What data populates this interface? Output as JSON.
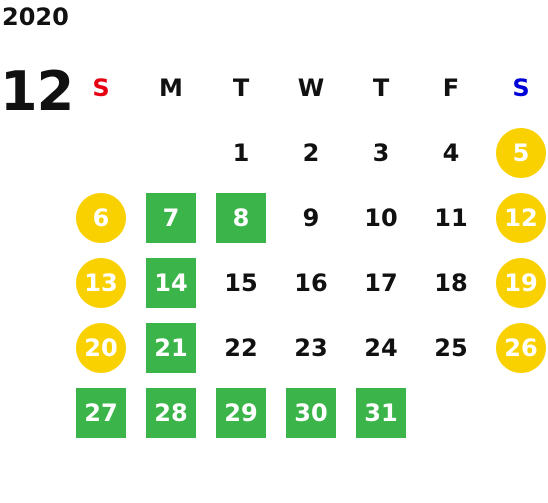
{
  "year": "2020",
  "month": "12",
  "colors": {
    "sunday": "#e60012",
    "saturday": "#0000d8",
    "weekend_fill": "#f9d100",
    "highlight_fill": "#3bb44a",
    "text": "#111111"
  },
  "weekdays": [
    {
      "label": "S",
      "kind": "sun"
    },
    {
      "label": "M",
      "kind": "weekday"
    },
    {
      "label": "T",
      "kind": "weekday"
    },
    {
      "label": "W",
      "kind": "weekday"
    },
    {
      "label": "T",
      "kind": "weekday"
    },
    {
      "label": "F",
      "kind": "weekday"
    },
    {
      "label": "S",
      "kind": "sat"
    }
  ],
  "weeks": [
    [
      null,
      null,
      {
        "day": "1",
        "style": "plain"
      },
      {
        "day": "2",
        "style": "plain"
      },
      {
        "day": "3",
        "style": "plain"
      },
      {
        "day": "4",
        "style": "plain"
      },
      {
        "day": "5",
        "style": "circle"
      }
    ],
    [
      {
        "day": "6",
        "style": "circle"
      },
      {
        "day": "7",
        "style": "square"
      },
      {
        "day": "8",
        "style": "square"
      },
      {
        "day": "9",
        "style": "plain"
      },
      {
        "day": "10",
        "style": "plain"
      },
      {
        "day": "11",
        "style": "plain"
      },
      {
        "day": "12",
        "style": "circle"
      }
    ],
    [
      {
        "day": "13",
        "style": "circle"
      },
      {
        "day": "14",
        "style": "square"
      },
      {
        "day": "15",
        "style": "plain"
      },
      {
        "day": "16",
        "style": "plain"
      },
      {
        "day": "17",
        "style": "plain"
      },
      {
        "day": "18",
        "style": "plain"
      },
      {
        "day": "19",
        "style": "circle"
      }
    ],
    [
      {
        "day": "20",
        "style": "circle"
      },
      {
        "day": "21",
        "style": "square"
      },
      {
        "day": "22",
        "style": "plain"
      },
      {
        "day": "23",
        "style": "plain"
      },
      {
        "day": "24",
        "style": "plain"
      },
      {
        "day": "25",
        "style": "plain"
      },
      {
        "day": "26",
        "style": "circle"
      }
    ],
    [
      {
        "day": "27",
        "style": "square"
      },
      {
        "day": "28",
        "style": "square"
      },
      {
        "day": "29",
        "style": "square"
      },
      {
        "day": "30",
        "style": "square"
      },
      {
        "day": "31",
        "style": "square"
      },
      null,
      null
    ]
  ]
}
